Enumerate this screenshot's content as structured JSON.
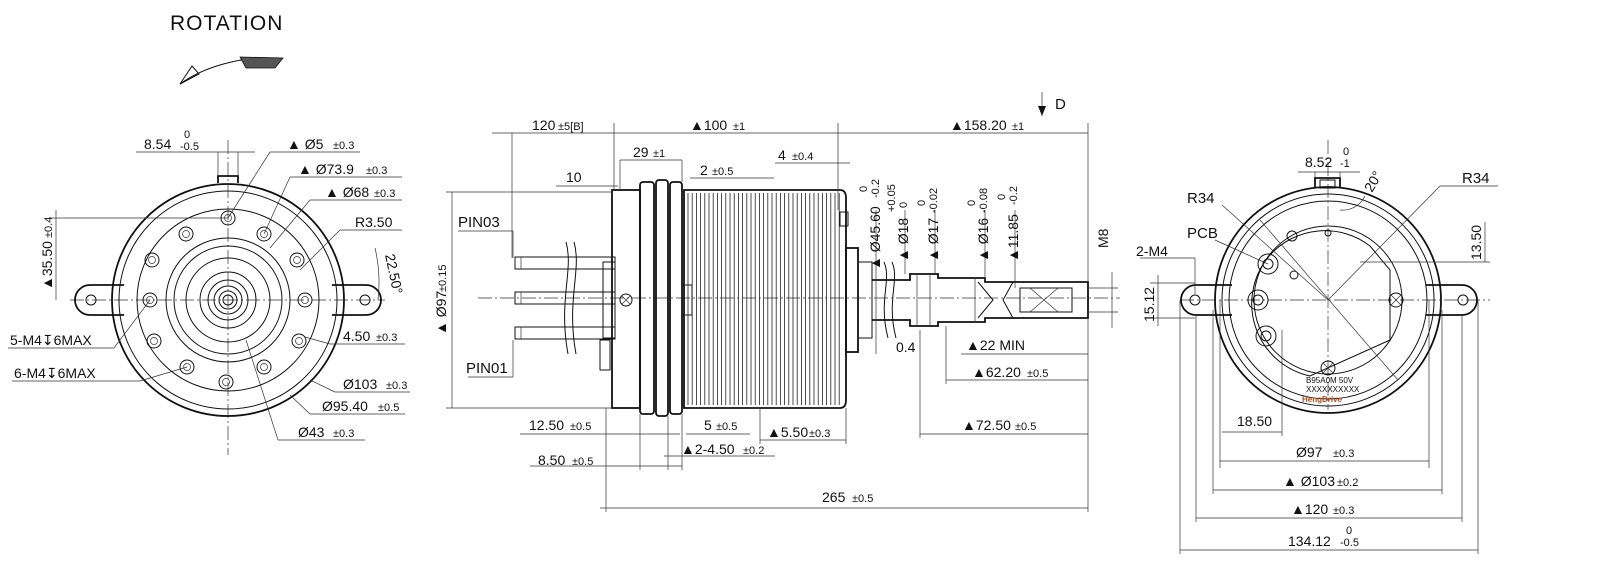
{
  "title": "ROTATION",
  "view_marker": "D",
  "front_view": {
    "dims": [
      {
        "id": "d854",
        "value": "8.54",
        "tol_upper": "0",
        "tol_lower": "-0.5"
      },
      {
        "id": "d5",
        "value": "▲ Ø5",
        "tol": "±0.3"
      },
      {
        "id": "d739",
        "value": "▲ Ø73.9",
        "tol": "±0.3"
      },
      {
        "id": "d68",
        "value": "▲ Ø68",
        "tol": "±0.3"
      },
      {
        "id": "r350",
        "value": "R3.50",
        "tol": ""
      },
      {
        "id": "d3550",
        "value": "▲35.50",
        "tol": "±0.4"
      },
      {
        "id": "a2250",
        "value": "22.50°",
        "tol": ""
      },
      {
        "id": "d450",
        "value": "4.50",
        "tol": "±0.3"
      },
      {
        "id": "d103",
        "value": "Ø103",
        "tol": "±0.3"
      },
      {
        "id": "d9540",
        "value": "Ø95.40",
        "tol": "±0.5"
      },
      {
        "id": "d43",
        "value": "Ø43",
        "tol": "±0.3"
      }
    ],
    "callouts": [
      "5-M4↧6MAX",
      "6-M4↧6MAX"
    ]
  },
  "side_view": {
    "dims": [
      {
        "id": "d120b",
        "value": "120",
        "tol": "±5[B]"
      },
      {
        "id": "d100",
        "value": "▲100",
        "tol": "±1"
      },
      {
        "id": "d15820",
        "value": "▲158.20",
        "tol": "±1"
      },
      {
        "id": "d29",
        "value": "29",
        "tol": "±1"
      },
      {
        "id": "d2",
        "value": "2",
        "tol": "±0.5"
      },
      {
        "id": "d4",
        "value": "4",
        "tol": "±0.4"
      },
      {
        "id": "d10",
        "value": "10",
        "tol": ""
      },
      {
        "id": "d97",
        "value": "▲ Ø97",
        "tol": "±0.15"
      },
      {
        "id": "d4560",
        "value": "▲ Ø45.60",
        "tol_upper": "0",
        "tol_lower": "-0.2"
      },
      {
        "id": "d18",
        "value": "▲ Ø18",
        "tol_upper": "+0.05",
        "tol_lower": "0"
      },
      {
        "id": "d17",
        "value": "▲ Ø17",
        "tol_upper": "0",
        "tol_lower": "-0.02"
      },
      {
        "id": "d16",
        "value": "▲ Ø16",
        "tol_upper": "0",
        "tol_lower": "-0.08"
      },
      {
        "id": "d1185",
        "value": "▲11.85",
        "tol_upper": "0",
        "tol_lower": "-0.2"
      },
      {
        "id": "m8",
        "value": "M8",
        "tol": ""
      },
      {
        "id": "d04",
        "value": "0.4",
        "tol": ""
      },
      {
        "id": "d22",
        "value": "▲22 MIN",
        "tol": ""
      },
      {
        "id": "d6220",
        "value": "▲62.20",
        "tol": "±0.5"
      },
      {
        "id": "d7250",
        "value": "▲72.50",
        "tol": "±0.5"
      },
      {
        "id": "d1250",
        "value": "12.50",
        "tol": "±0.5"
      },
      {
        "id": "d5b",
        "value": "5",
        "tol": "±0.5"
      },
      {
        "id": "d550",
        "value": "▲5.50",
        "tol": "±0.3"
      },
      {
        "id": "d2450",
        "value": "▲2-4.50",
        "tol": "±0.2"
      },
      {
        "id": "d850",
        "value": "8.50",
        "tol": "±0.5"
      },
      {
        "id": "d265",
        "value": "265",
        "tol": "±0.5"
      }
    ],
    "callouts": [
      "PIN03",
      "PIN01"
    ]
  },
  "rear_view": {
    "dims": [
      {
        "id": "d852",
        "value": "8.52",
        "tol_upper": "0",
        "tol_lower": "-1"
      },
      {
        "id": "a20",
        "value": "20°",
        "tol": ""
      },
      {
        "id": "r34a",
        "value": "R34",
        "tol": ""
      },
      {
        "id": "r34b",
        "value": "R34",
        "tol": ""
      },
      {
        "id": "pcb",
        "value": "PCB",
        "tol": ""
      },
      {
        "id": "m4",
        "value": "2-M4",
        "tol": ""
      },
      {
        "id": "d1350",
        "value": "13.50",
        "tol": ""
      },
      {
        "id": "d1512",
        "value": "15.12",
        "tol": ""
      },
      {
        "id": "d1850",
        "value": "18.50",
        "tol": ""
      },
      {
        "id": "d97r",
        "value": "Ø97",
        "tol": "±0.3"
      },
      {
        "id": "d103r",
        "value": "▲ Ø103",
        "tol": "±0.2"
      },
      {
        "id": "d120r",
        "value": "▲120",
        "tol": "±0.3"
      },
      {
        "id": "d13412",
        "value": "134.12",
        "tol_upper": "0",
        "tol_lower": "-0.5"
      }
    ],
    "label_lines": [
      "B95A0M 50V",
      "XXXXXXXXXX",
      "HengDrive"
    ]
  }
}
